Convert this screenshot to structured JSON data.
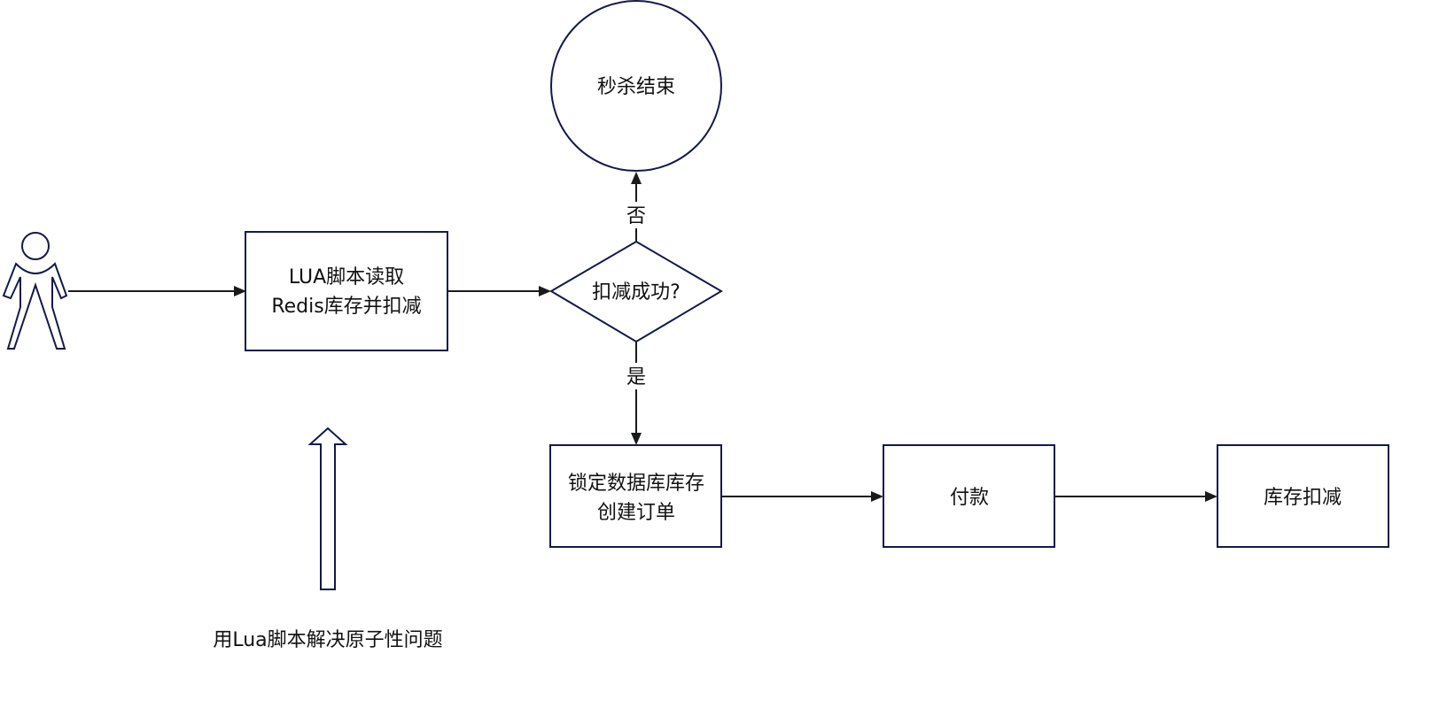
{
  "nodes": {
    "lua_box": {
      "line1": "LUA脚本读取",
      "line2": "Redis库存并扣减"
    },
    "decision": "扣减成功?",
    "end": "秒杀结束",
    "lock_box": {
      "line1": "锁定数据库库存",
      "line2": "创建订单"
    },
    "pay": "付款",
    "deduct": "库存扣减"
  },
  "edges": {
    "no_label": "否",
    "yes_label": "是"
  },
  "annotation": "用Lua脚本解决原子性问题",
  "colors": {
    "stroke": "#131a4a",
    "arrow": "#1a1a1a"
  }
}
